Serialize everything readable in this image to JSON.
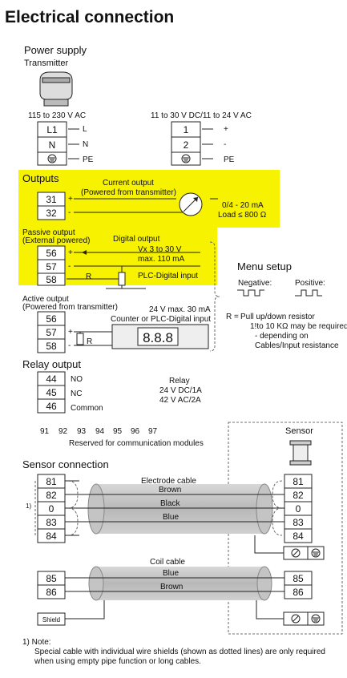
{
  "title": "Electrical connection",
  "power": {
    "heading": "Power supply",
    "sub": "Transmitter",
    "ac_label": "115 to 230 V AC",
    "dc_label": "11 to 30 V DC/11 to 24 V AC",
    "ac_terms": [
      "L1",
      "N"
    ],
    "ac_signals": [
      "L",
      "N",
      "PE"
    ],
    "dc_terms": [
      "1",
      "2"
    ],
    "dc_signals": [
      "+",
      "-",
      "PE"
    ]
  },
  "outputs": {
    "heading": "Outputs",
    "current_label1": "Current output",
    "current_label2": "(Powered from transmitter)",
    "terms": [
      "31",
      "32"
    ],
    "range1": "0/4 - 20 mA",
    "range2": "Load ≤ 800 Ω"
  },
  "passive": {
    "label1": "Passive output",
    "label2": "(External powered)",
    "digital": "Digital output",
    "v1": "Vx 3 to 30 V",
    "v2": "max. 110 mA",
    "terms": [
      "56",
      "57",
      "58"
    ],
    "r": "R",
    "plc": "PLC-Digital input"
  },
  "active": {
    "label1": "Active output",
    "label2": "(Powered from transmitter)",
    "v": "24 V max. 30 mA",
    "counter": "Counter or PLC-Digital input",
    "terms": [
      "56",
      "57",
      "58"
    ],
    "r": "R"
  },
  "menu": {
    "heading": "Menu setup",
    "neg": "Negative:",
    "pos": "Positive:"
  },
  "resistor_note": {
    "r": "R =",
    "l1": "Pull up/down resistor",
    "l2": "1!to 10 KΩ may be required",
    "l3": "- depending on",
    "l4": "Cables/Input resistance"
  },
  "relay": {
    "heading": "Relay output",
    "terms": [
      "44",
      "45",
      "46"
    ],
    "labels": [
      "NO",
      "NC",
      "Common"
    ],
    "r1": "Relay",
    "r2": "24 V DC/1A",
    "r3": "42 V AC/2A"
  },
  "comm": {
    "nums": [
      "91",
      "92",
      "93",
      "94",
      "95",
      "96",
      "97"
    ],
    "reserved": "Reserved for communication modules"
  },
  "sensor": {
    "label": "Sensor",
    "heading": "Sensor connection",
    "left_terms": [
      "81",
      "82",
      "0",
      "83",
      "84"
    ],
    "right_terms": [
      "81",
      "82",
      "0",
      "83",
      "84"
    ],
    "footnote_mark": "1)",
    "electrode_cable": "Electrode cable",
    "electrode_wires": [
      "Brown",
      "Black",
      "Blue"
    ],
    "coil_cable": "Coil cable",
    "coil_wires": [
      "Blue",
      "Brown"
    ],
    "coil_left": [
      "85",
      "86"
    ],
    "coil_right": [
      "85",
      "86"
    ],
    "shield": "Shield"
  },
  "note": {
    "head": "1) Note:",
    "l1": "Special cable with individual wire shields (shown as dotted lines) are only required",
    "l2": "when using empty pipe function or long cables."
  },
  "colors": {
    "highlight": "#f7f200",
    "cable": "#c8c8c8"
  }
}
